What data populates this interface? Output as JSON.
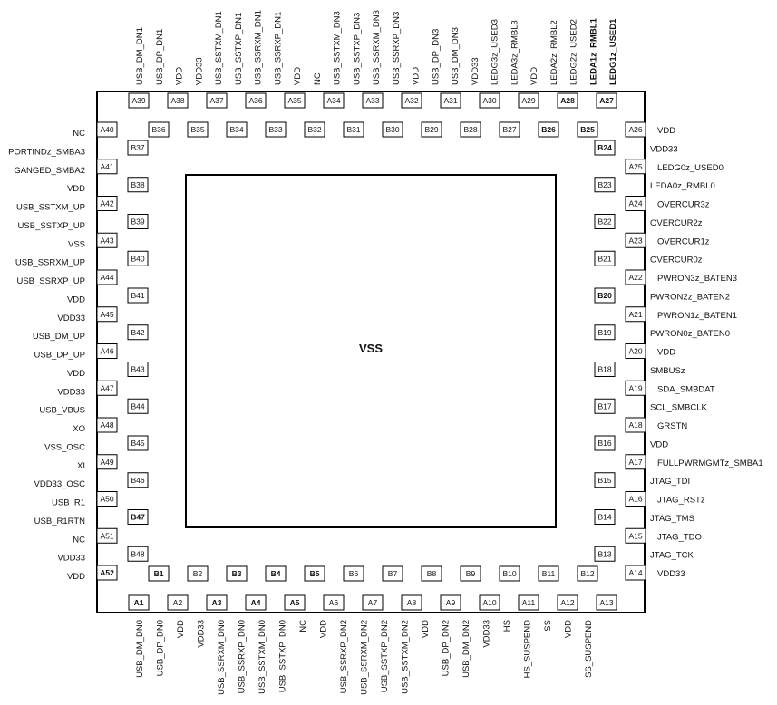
{
  "center_label": "VSS",
  "bold_pins": [
    "A28",
    "A27",
    "B26",
    "B25",
    "B24",
    "B20",
    "B47",
    "A52",
    "B1",
    "B3",
    "B4",
    "B5",
    "A1",
    "A3",
    "A4",
    "A5"
  ],
  "bold_signals": [
    "LEDA1z_RMBL1",
    "LEDG1z_USED1"
  ],
  "top": {
    "signals": [
      "USB_DM_DN1",
      "USB_DP_DN1",
      "VDD",
      "VDD33",
      "USB_SSTXM_DN1",
      "USB_SSTXP_DN1",
      "USB_SSRXM_DN1",
      "USB_SSRXP_DN1",
      "VDD",
      "NC",
      "USB_SSTXM_DN3",
      "USB_SSTXP_DN3",
      "USB_SSRXM_DN3",
      "USB_SSRXP_DN3",
      "VDD",
      "USB_DP_DN3",
      "USB_DM_DN3",
      "VDD33",
      "LEDG3z_USED3",
      "LEDA3z_RMBL3",
      "VDD",
      "LEDA2z_RMBL2",
      "LEDG2z_USED2",
      "LEDA1z_RMBL1",
      "LEDG1z_USED1"
    ],
    "outer_pins": [
      "A39",
      "A38",
      "A37",
      "A36",
      "A35",
      "A34",
      "A33",
      "A32",
      "A31",
      "A30",
      "A29",
      "A28",
      "A27"
    ],
    "inner_pins": [
      "B36",
      "B35",
      "B34",
      "B33",
      "B32",
      "B31",
      "B30",
      "B29",
      "B28",
      "B27",
      "B26",
      "B25"
    ]
  },
  "bottom": {
    "signals": [
      "USB_DM_DN0",
      "USB_DP_DN0",
      "VDD",
      "VDD33",
      "USB_SSRXM_DN0",
      "USB_SSRXP_DN0",
      "USB_SSTXM_DN0",
      "USB_SSTXP_DN0",
      "NC",
      "VDD",
      "USB_SSRXP_DN2",
      "USB_SSRXM_DN2",
      "USB_SSTXP_DN2",
      "USB_SSTXM_DN2",
      "VDD",
      "USB_DP_DN2",
      "USB_DM_DN2",
      "VDD33",
      "HS",
      "HS_SUSPEND",
      "SS",
      "VDD",
      "SS_SUSPEND"
    ],
    "outer_pins": [
      "A1",
      "A2",
      "A3",
      "A4",
      "A5",
      "A6",
      "A7",
      "A8",
      "A9",
      "A10",
      "A11",
      "A12",
      "A13"
    ],
    "inner_pins": [
      "B1",
      "B2",
      "B3",
      "B4",
      "B5",
      "B6",
      "B7",
      "B8",
      "B9",
      "B10",
      "B11",
      "B12"
    ]
  },
  "left": {
    "signals": [
      "NC",
      "PORTINDz_SMBA3",
      "GANGED_SMBA2",
      "VDD",
      "USB_SSTXM_UP",
      "USB_SSTXP_UP",
      "VSS",
      "USB_SSRXM_UP",
      "USB_SSRXP_UP",
      "VDD",
      "VDD33",
      "USB_DM_UP",
      "USB_DP_UP",
      "VDD",
      "VDD33",
      "USB_VBUS",
      "XO",
      "VSS_OSC",
      "XI",
      "VDD33_OSC",
      "USB_R1",
      "USB_R1RTN",
      "NC",
      "VDD33",
      "VDD"
    ],
    "outer_pins": [
      "A40",
      "A41",
      "A42",
      "A43",
      "A44",
      "A45",
      "A46",
      "A47",
      "A48",
      "A49",
      "A50",
      "A51",
      "A52"
    ],
    "inner_pins": [
      "B37",
      "B38",
      "B39",
      "B40",
      "B41",
      "B42",
      "B43",
      "B44",
      "B45",
      "B46",
      "B47",
      "B48"
    ]
  },
  "right": {
    "signals": [
      "VDD",
      "VDD33",
      "LEDG0z_USED0",
      "LEDA0z_RMBL0",
      "OVERCUR3z",
      "OVERCUR2z",
      "OVERCUR1z",
      "OVERCUR0z",
      "PWRON3z_BATEN3",
      "PWRON2z_BATEN2",
      "PWRON1z_BATEN1",
      "PWRON0z_BATEN0",
      "VDD",
      "SMBUSz",
      "SDA_SMBDAT",
      "SCL_SMBCLK",
      "GRSTN",
      "VDD",
      "FULLPWRMGMTz_SMBA1",
      "JTAG_TDI",
      "JTAG_RSTz",
      "JTAG_TMS",
      "JTAG_TDO",
      "JTAG_TCK",
      "VDD33"
    ],
    "outer_pins": [
      "A26",
      "A25",
      "A24",
      "A23",
      "A22",
      "A21",
      "A20",
      "A19",
      "A18",
      "A17",
      "A16",
      "A15",
      "A14"
    ],
    "inner_pins": [
      "B24",
      "B23",
      "B22",
      "B21",
      "B20",
      "B19",
      "B18",
      "B17",
      "B16",
      "B15",
      "B14",
      "B13"
    ]
  }
}
